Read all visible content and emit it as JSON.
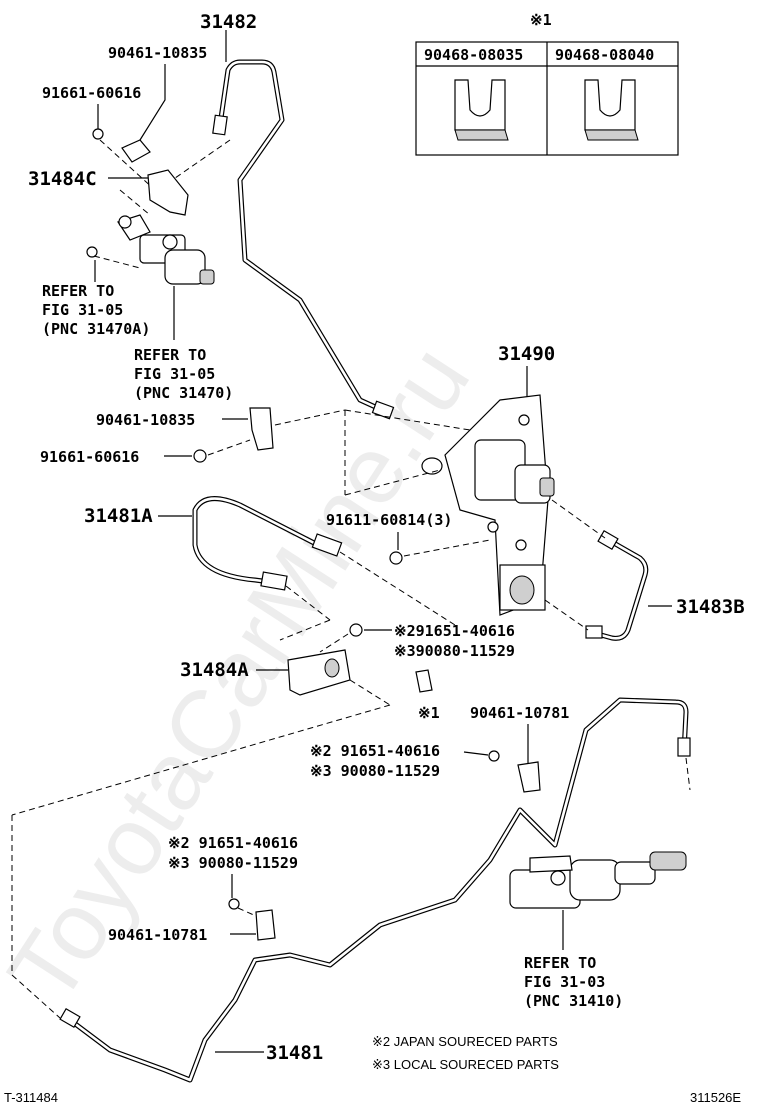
{
  "watermark": "ToyotaCarMine.ru",
  "table": {
    "header_mark": "※1",
    "columns": [
      "90468-08035",
      "90468-08040"
    ]
  },
  "labels": {
    "p31482": "31482",
    "p90461_10835_top": "90461-10835",
    "p91661_60616_top": "91661-60616",
    "p31484c": "31484C",
    "refer1": [
      "REFER TO",
      "FIG 31-05",
      "(PNC 31470A)"
    ],
    "refer2": [
      "REFER TO",
      "FIG 31-05",
      "(PNC 31470)"
    ],
    "p31490": "31490",
    "p90461_10835_mid": "90461-10835",
    "p91661_60616_mid": "91661-60616",
    "p31481a": "31481A",
    "p91611_60814": "91611-60814(3)",
    "p31483b": "31483B",
    "mark2_91651": "※291651-40616",
    "mark3_90080": "※390080-11529",
    "p31484a": "31484A",
    "mark1_clip": "※1",
    "p90461_10781_right": "90461-10781",
    "mark2_91651_b": "※2 91651-40616",
    "mark3_90080_b": "※3 90080-11529",
    "mark2_91651_c": "※2 91651-40616",
    "mark3_90080_c": "※3 90080-11529",
    "p90461_10781_left": "90461-10781",
    "refer3": [
      "REFER TO",
      "FIG 31-03",
      "(PNC 31410)"
    ],
    "p31481": "31481",
    "note2": "※2 JAPAN SOURECED PARTS",
    "note3": "※3 LOCAL SOURECED PARTS",
    "code_left": "T-311484",
    "code_right": "311526E"
  }
}
